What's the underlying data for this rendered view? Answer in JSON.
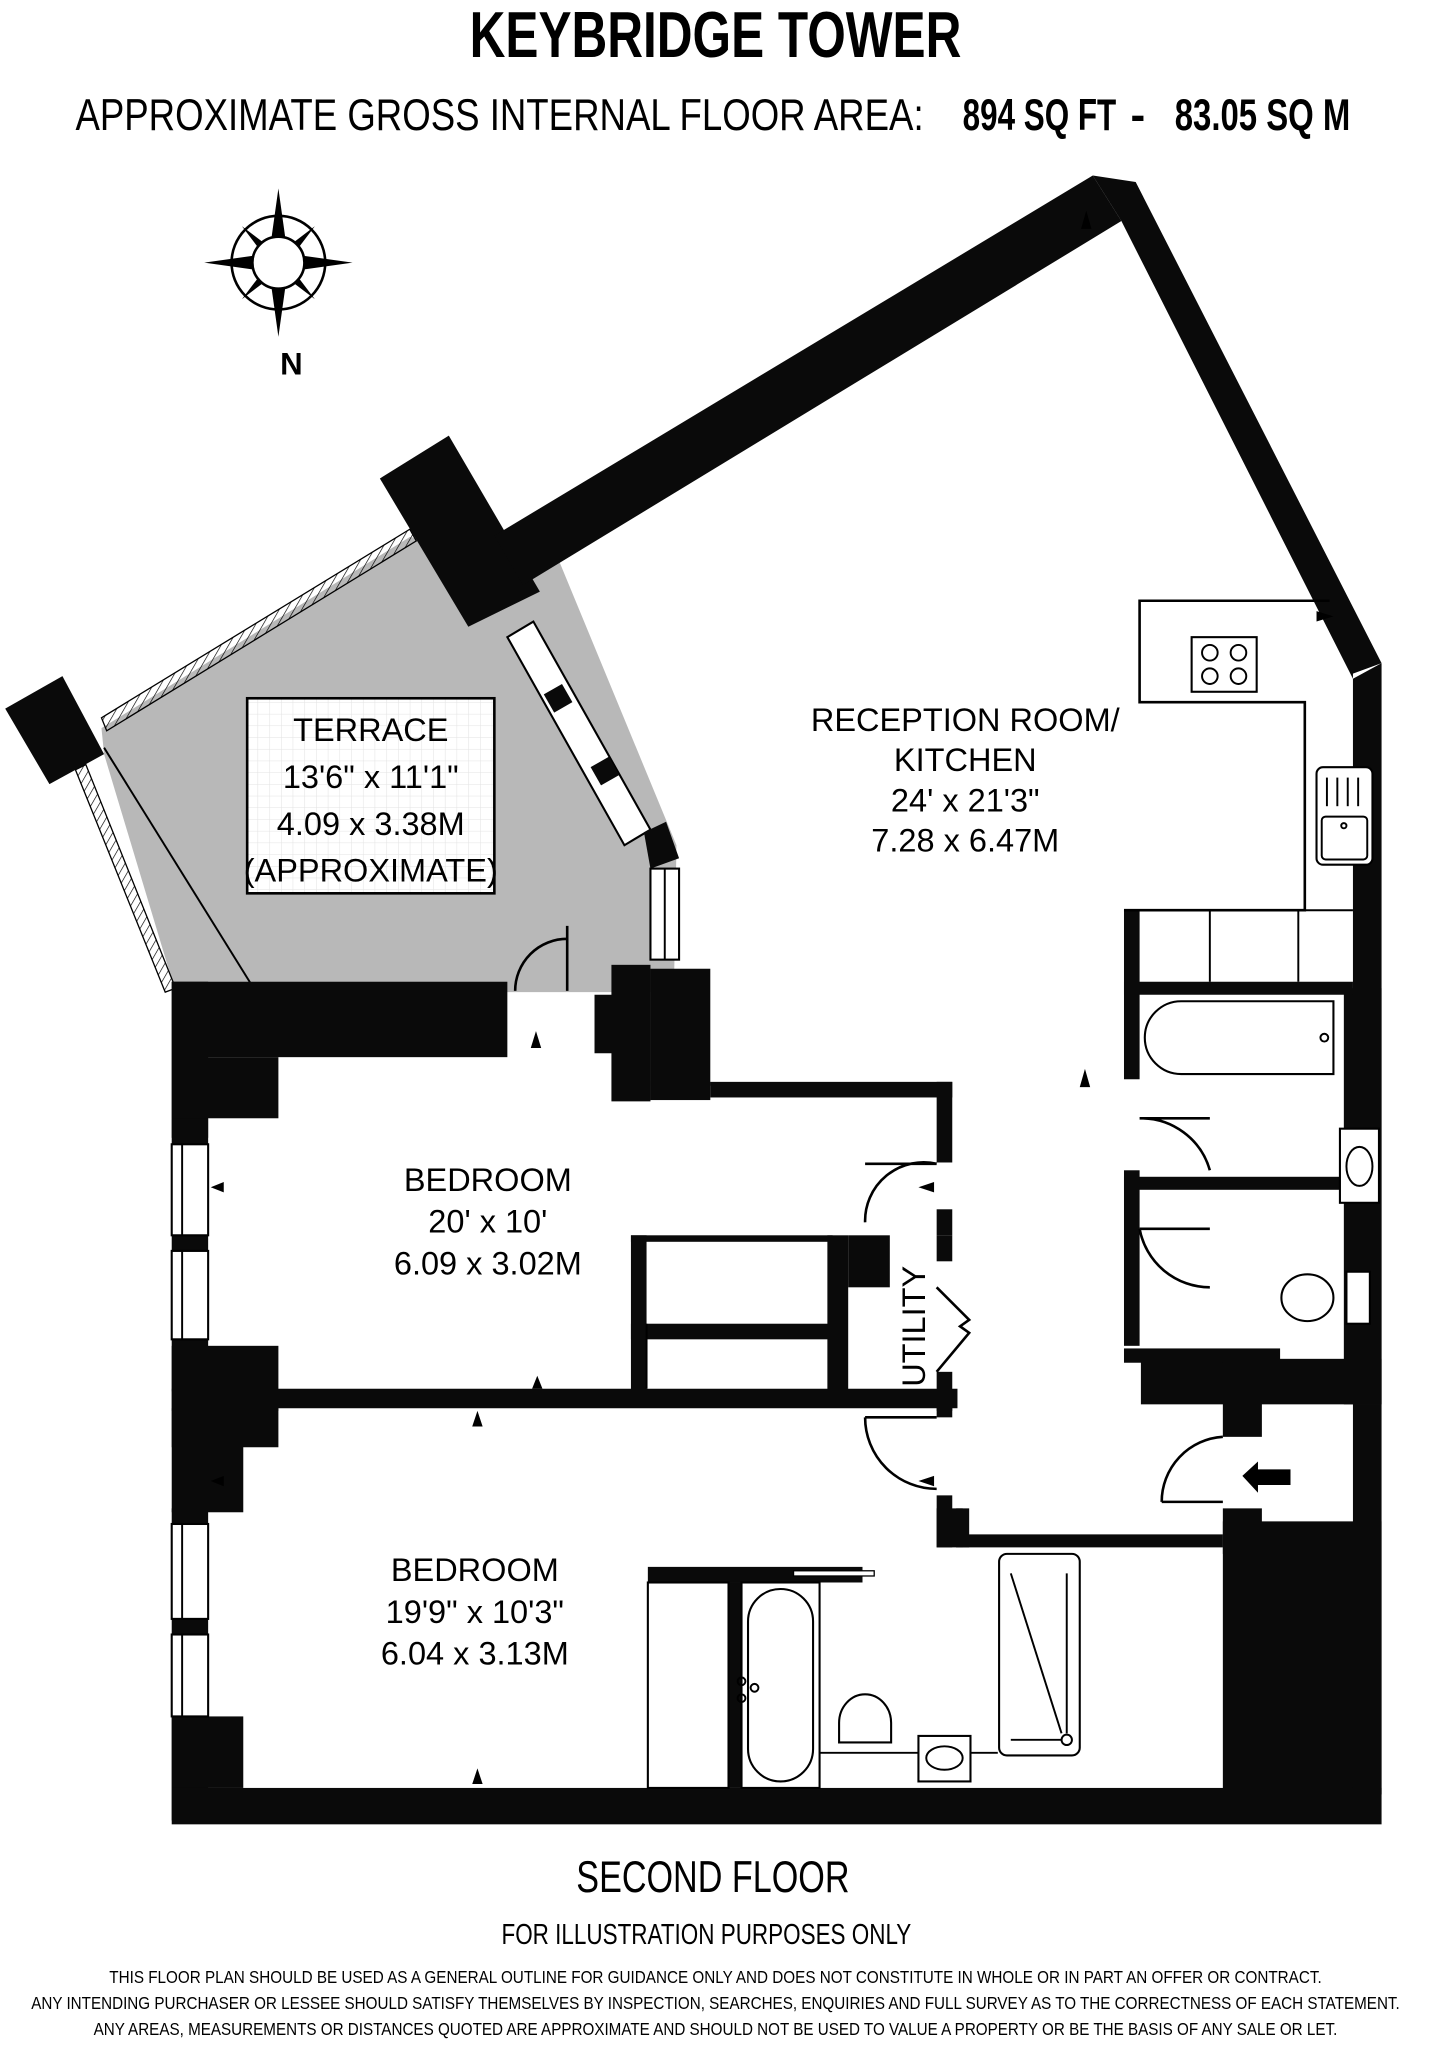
{
  "header": {
    "title": "KEYBRIDGE TOWER",
    "area_label": "APPROXIMATE GROSS INTERNAL FLOOR AREA:",
    "area_sqft": "894 SQ FT",
    "area_separator": "-",
    "area_sqm": "83.05 SQ M"
  },
  "compass": {
    "icon": "compass-rose-icon",
    "label": "N"
  },
  "rooms": {
    "terrace": {
      "name": "TERRACE",
      "imperial": "13'6\" x 11'1\"",
      "metric": "4.09 x 3.38M",
      "note": "(APPROXIMATE)"
    },
    "reception": {
      "name_line1": "RECEPTION ROOM/",
      "name_line2": "KITCHEN",
      "imperial": "24' x 21'3\"",
      "metric": "7.28 x 6.47M"
    },
    "bedroom1": {
      "name": "BEDROOM",
      "imperial": "20' x 10'",
      "metric": "6.09 x 3.02M"
    },
    "bedroom2": {
      "name": "BEDROOM",
      "imperial": "19'9\" x 10'3\"",
      "metric": "6.04 x 3.13M"
    },
    "utility": {
      "name": "UTILITY"
    }
  },
  "footer": {
    "floor": "SECOND FLOOR",
    "illustration": "FOR ILLUSTRATION PURPOSES ONLY",
    "disclaimer": [
      "THIS FLOOR PLAN SHOULD BE USED AS A GENERAL OUTLINE FOR GUIDANCE ONLY AND DOES NOT CONSTITUTE IN WHOLE OR IN PART AN OFFER OR CONTRACT.",
      "ANY INTENDING PURCHASER OR LESSEE SHOULD SATISFY THEMSELVES BY INSPECTION, SEARCHES, ENQUIRIES AND FULL SURVEY AS TO THE CORRECTNESS OF EACH STATEMENT.",
      "ANY AREAS, MEASUREMENTS OR DISTANCES QUOTED ARE APPROXIMATE AND SHOULD NOT BE USED TO VALUE A PROPERTY OR BE THE BASIS OF ANY SALE OR LET."
    ]
  },
  "colors": {
    "wall": "#0a0a0a",
    "terrace_fill": "#b8b8b8",
    "background": "#ffffff"
  }
}
